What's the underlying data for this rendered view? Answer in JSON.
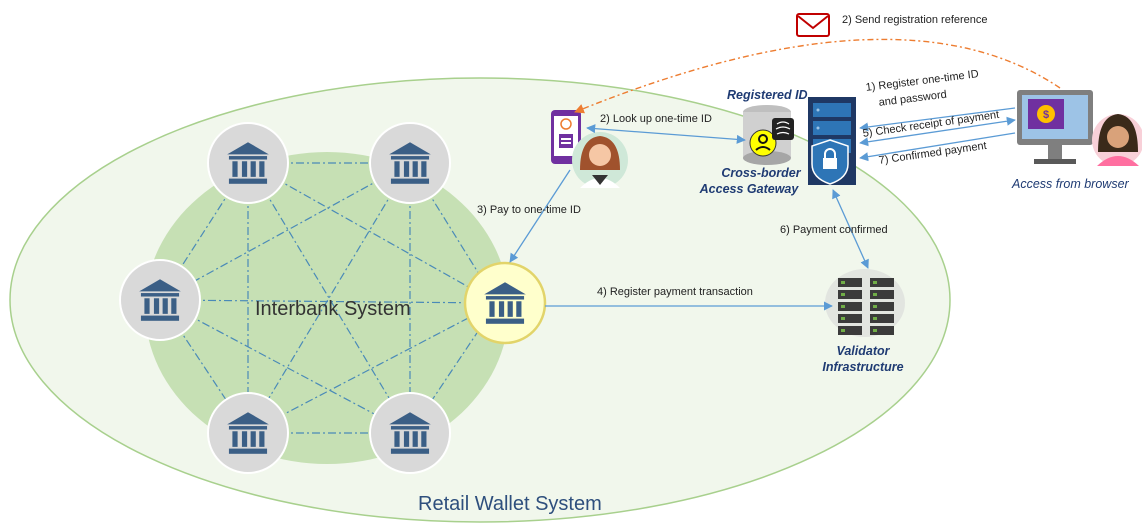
{
  "systems": {
    "retail": "Retail Wallet System",
    "interbank": "Interbank System"
  },
  "components": {
    "registered_id": "Registered ID",
    "gateway_line1": "Cross-border",
    "gateway_line2": "Access Gateway",
    "validator_line1": "Validator",
    "validator_line2": "Infrastructure",
    "browser": "Access from browser"
  },
  "steps": {
    "s1_line1": "1) Register one-time ID",
    "s1_line2": "and password",
    "s2_send": "2) Send registration reference",
    "s2_lookup": "2) Look up one-time ID",
    "s3": "3) Pay to one-time ID",
    "s4": "4) Register payment transaction",
    "s5": "5) Check receipt of payment",
    "s6": "6) Payment confirmed",
    "s7": "7) Confirmed payment"
  },
  "colors": {
    "outer_ellipse_fill": "#f1f7ec",
    "outer_ellipse_stroke": "#a8d08d",
    "inner_ellipse_fill": "#c6e0b4",
    "bank_fill": "#d9d9d9",
    "bank_highlight_fill": "#ffffcc",
    "bank_highlight_stroke": "#e2d46a",
    "bank_icon": "#3b5f86",
    "arrow": "#5b9bd5",
    "dashed_curve": "#ed7d31",
    "mesh_line": "#4a8ab8"
  },
  "icons": {
    "bank": "bank-icon",
    "phone": "phone-icon",
    "user_female": "user-avatar-icon",
    "database": "database-icon",
    "server": "server-icon",
    "server_rack": "server-rack-icon",
    "monitor": "monitor-icon",
    "mail": "mail-icon"
  }
}
